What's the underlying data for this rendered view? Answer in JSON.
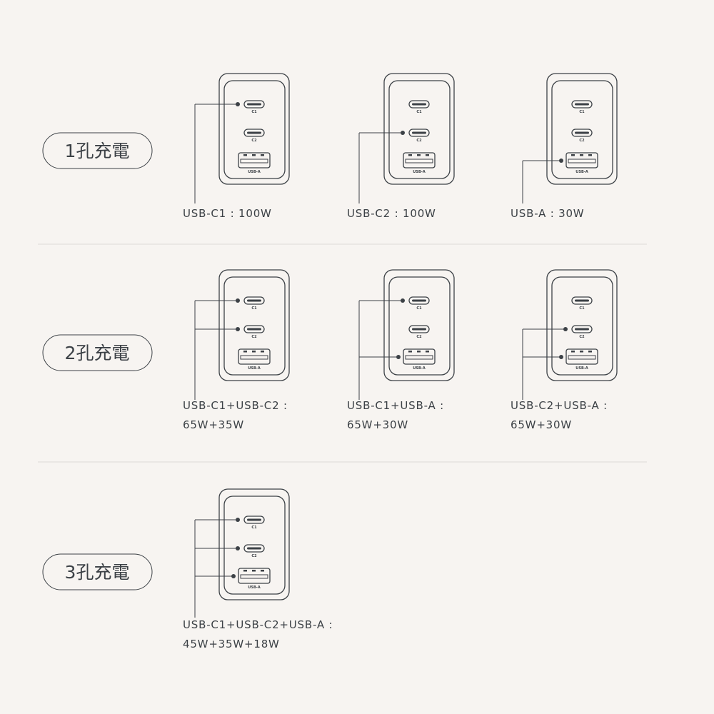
{
  "colors": {
    "background": "#f7f4f1",
    "line": "#3c4146",
    "divider": "#dedad6"
  },
  "port_labels": {
    "c1": "C1",
    "c2": "C2",
    "usba": "USB-A"
  },
  "sections": [
    {
      "title": "1孔充電",
      "configs": [
        {
          "ports": [
            "c1"
          ],
          "label_lines": [
            "USB-C1 : 100W"
          ]
        },
        {
          "ports": [
            "c2"
          ],
          "label_lines": [
            "USB-C2 : 100W"
          ]
        },
        {
          "ports": [
            "usba"
          ],
          "label_lines": [
            "USB-A : 30W"
          ]
        }
      ]
    },
    {
      "title": "2孔充電",
      "configs": [
        {
          "ports": [
            "c1",
            "c2"
          ],
          "label_lines": [
            "USB-C1+USB-C2 :",
            "65W+35W"
          ]
        },
        {
          "ports": [
            "c1",
            "usba"
          ],
          "label_lines": [
            "USB-C1+USB-A :",
            "65W+30W"
          ]
        },
        {
          "ports": [
            "c2",
            "usba"
          ],
          "label_lines": [
            "USB-C2+USB-A :",
            "65W+30W"
          ]
        }
      ]
    },
    {
      "title": "3孔充電",
      "configs": [
        {
          "ports": [
            "c1",
            "c2",
            "usba"
          ],
          "label_lines": [
            "USB-C1+USB-C2+USB-A :",
            "45W+35W+18W"
          ]
        }
      ]
    }
  ]
}
